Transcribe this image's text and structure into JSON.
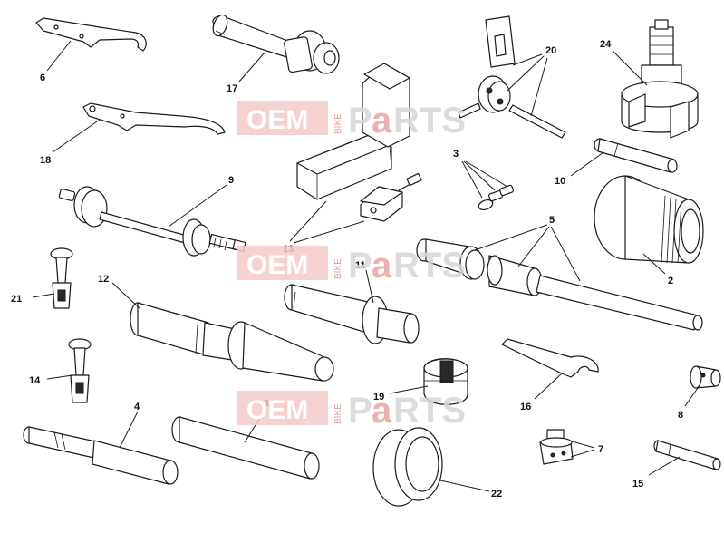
{
  "watermark": {
    "oem": "OEM",
    "bike": "BIKE",
    "p": "P",
    "a": "a",
    "rts": "RTS"
  },
  "callouts": {
    "c1": "1",
    "c2": "2",
    "c3": "3",
    "c4": "4",
    "c5": "5",
    "c6": "6",
    "c7": "7",
    "c8": "8",
    "c9": "9",
    "c10": "10",
    "c11": "11",
    "c12": "12",
    "c13": "13",
    "c14": "14",
    "c15": "15",
    "c16": "16",
    "c17": "17",
    "c18": "18",
    "c19": "19",
    "c20": "20",
    "c21": "21",
    "c22": "22",
    "c24": "24"
  },
  "colors": {
    "line": "#1a1a1a",
    "watermark_pink": "#f4c9c9",
    "watermark_grey": "#d6d6d6",
    "background": "#ffffff"
  }
}
